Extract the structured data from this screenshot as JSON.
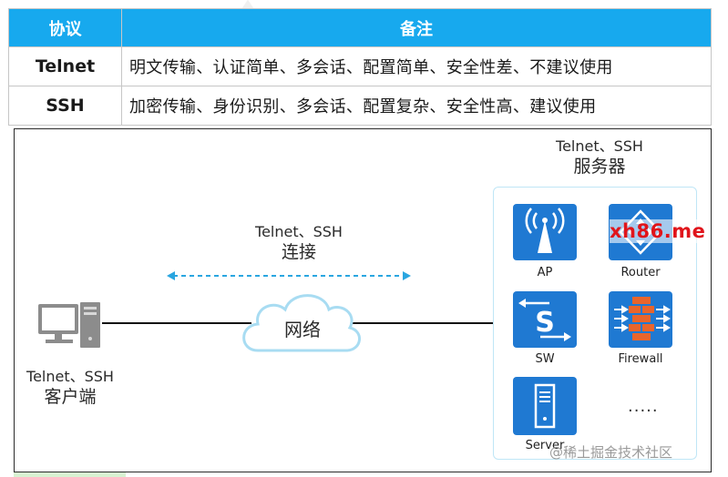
{
  "table": {
    "headers": [
      "协议",
      "备注"
    ],
    "rows": [
      {
        "protocol": "Telnet",
        "note": "明文传输、认证简单、多会话、配置简单、安全性差、不建议使用"
      },
      {
        "protocol": "SSH",
        "note": "加密传输、身份识别、多会话、配置复杂、安全性高、建议使用"
      }
    ]
  },
  "diagram": {
    "server_label": {
      "line1": "Telnet、SSH",
      "line2": "服务器"
    },
    "connection_label": {
      "line1": "Telnet、SSH",
      "line2": "连接"
    },
    "client_label": {
      "line1": "Telnet、SSH",
      "line2": "客户端"
    },
    "network_label": "网络",
    "devices": {
      "ap": {
        "label": "AP",
        "icon": "wireless-ap-icon"
      },
      "router": {
        "label": "Router",
        "icon": "router-icon"
      },
      "sw": {
        "label": "SW",
        "icon": "switch-icon"
      },
      "firewall": {
        "label": "Firewall",
        "icon": "firewall-icon"
      },
      "server": {
        "label": "Server",
        "icon": "server-icon"
      },
      "more": "....."
    },
    "colors": {
      "header_bg": "#17a9ee",
      "device_bg": "#1f79d2",
      "dashed_arrow": "#2aa6e0",
      "cloud_stroke": "#a8dcf2",
      "firewall_brick": "#e8652c"
    }
  },
  "watermarks": {
    "site_red": "xh86.me",
    "site_gray": "@稀土掘金技术社区"
  }
}
